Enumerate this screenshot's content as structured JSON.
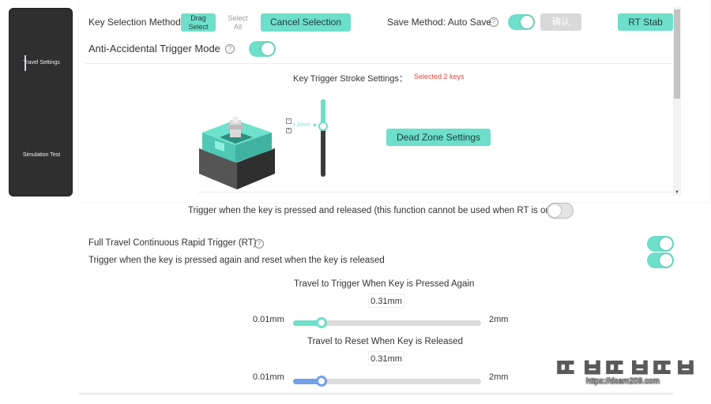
{
  "sidebar": {
    "items": [
      {
        "label": "Travel Settings",
        "active": true
      },
      {
        "label": "Simulation Test",
        "active": false
      }
    ]
  },
  "toolbar": {
    "key_selection_label": "Key Selection Method",
    "drag_select_label": "Drag\nSelect",
    "select_all_label": "Select\nAll",
    "cancel_selection_label": "Cancel Selection",
    "save_method_label": "Save Method: Auto Save",
    "save_method_toggle_on": true,
    "confirm_label": "确认",
    "rt_stab_label": "RT Stab"
  },
  "anti_accidental": {
    "label": "Anti-Accidental Trigger Mode",
    "toggle_on": true
  },
  "stroke": {
    "title": "Key Trigger Stroke Settings：",
    "selected_text": "Selected 2 keys",
    "value_text": "1.20mm",
    "slider_fraction": 0.35,
    "dead_zone_label": "Dead Zone Settings"
  },
  "trigger_press_release": {
    "label": "Trigger when the key is pressed and released (this function cannot be used when RT is on)",
    "toggle_on": false
  },
  "rt": {
    "title": "Full Travel Continuous Rapid Trigger (RT)",
    "title_toggle_on": true,
    "subtitle": "Trigger when the key is pressed again and reset when the key is released",
    "subtitle_toggle_on": true,
    "press_again": {
      "title": "Travel to Trigger When Key is Pressed Again",
      "value": "0.31mm",
      "min_label": "0.01mm",
      "max_label": "2mm",
      "fraction": 0.15
    },
    "reset": {
      "title": "Travel to Reset When Key is Released",
      "value": "0.31mm",
      "min_label": "0.01mm",
      "max_label": "2mm",
      "fraction": 0.15
    }
  },
  "watermark": {
    "url": "https://dsam209.com"
  },
  "colors": {
    "accent": "#6ddfca",
    "reset_accent": "#6fa0e8",
    "selected_text": "#e8463a"
  }
}
